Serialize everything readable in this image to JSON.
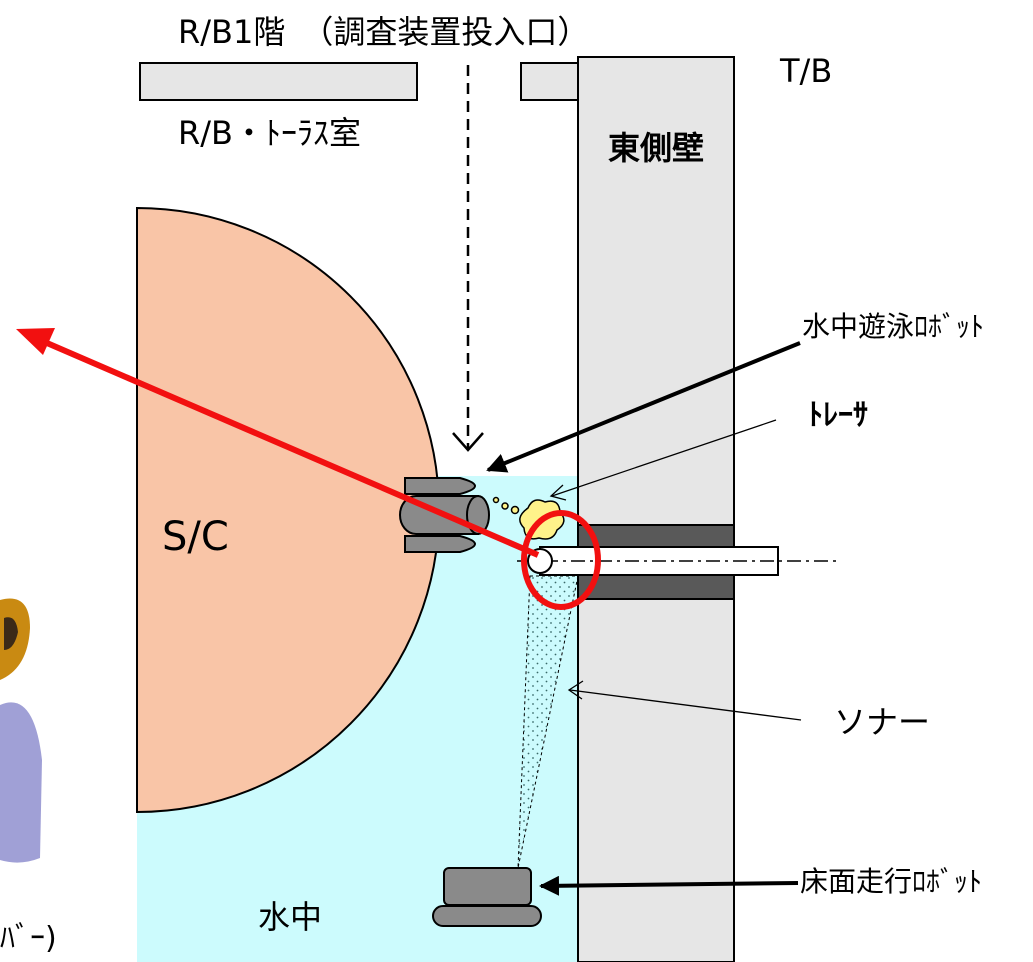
{
  "labels": {
    "rb_floor1": "R/B1階　（調査装置投入口）",
    "tb": "T/B",
    "rb_torus_room": "R/B・ﾄｰﾗｽ室",
    "east_wall": "東側壁",
    "swimming_robot": "水中遊泳ﾛﾎﾞｯﾄ",
    "tracer": "ﾄﾚｰｻ",
    "sc": "S/C",
    "sonar": "ソナー",
    "floor_robot": "床面走行ﾛﾎﾞｯﾄ",
    "underwater": "水中",
    "edge_partial": "ﾊﾞｰ)"
  },
  "colors": {
    "water": "#ccfbfd",
    "suppression_chamber": "#f9c5a7",
    "wall": "#e6e6e6",
    "penetration": "#595959",
    "robot": "#8a8a8a",
    "tracer": "#fff28a",
    "highlight_red": "#f21010",
    "outline": "#000000"
  }
}
